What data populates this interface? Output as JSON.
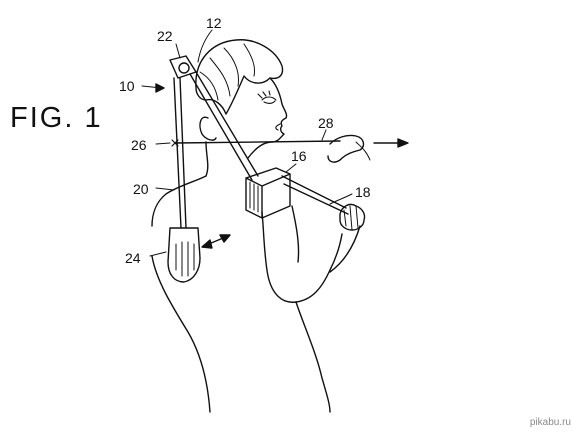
{
  "figure": {
    "title": "FIG. 1"
  },
  "labels": {
    "r10": "10",
    "r12": "12",
    "r16": "16",
    "r18": "18",
    "r20": "20",
    "r22": "22",
    "r24": "24",
    "r26": "26",
    "r28": "28"
  },
  "watermark": "pikabu.ru",
  "colors": {
    "ink": "#111111",
    "paper": "#ffffff",
    "watermark": "#8a8a8a"
  }
}
